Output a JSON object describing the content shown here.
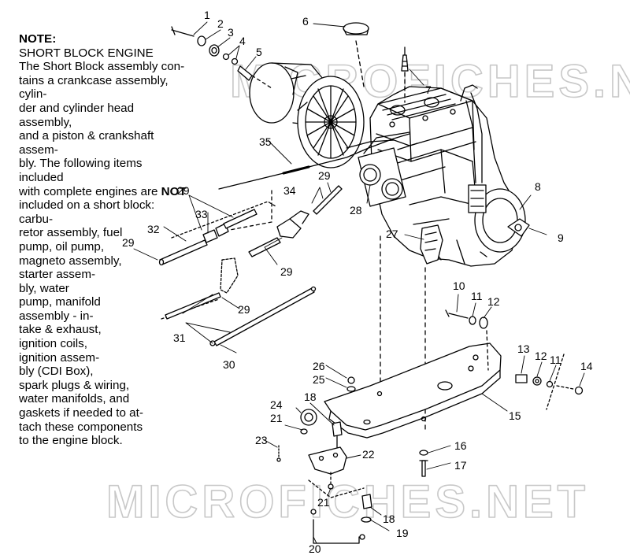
{
  "note": {
    "heading": "NOTE:",
    "lines": [
      "SHORT BLOCK ENGINE",
      "The Short Block assembly con-",
      "tains a crankcase assembly, cylin-",
      "der and cylinder head assembly,",
      "and a piston & crankshaft assem-",
      "bly.  The following items included",
      "with complete engines are "
    ],
    "emphasis": "NOT",
    "after_emphasis": [
      "included on a short block:  carbu-",
      "retor assembly, fuel",
      "pump, oil pump,",
      "magneto assembly,",
      "starter assem-",
      "bly, water",
      "pump, manifold",
      "assembly - in-",
      "take & exhaust,",
      "ignition coils,",
      "ignition assem-",
      "bly (CDI Box),",
      "spark plugs & wiring,",
      "water manifolds, and",
      "gaskets if needed to at-",
      "tach these components",
      "to the engine block."
    ]
  },
  "watermark": {
    "top": "MICROFICHES.NET",
    "bottom": "MICROFICHES.NET"
  },
  "callouts": [
    {
      "id": "c1",
      "text": "1"
    },
    {
      "id": "c2",
      "text": "2"
    },
    {
      "id": "c3",
      "text": "3"
    },
    {
      "id": "c4",
      "text": "4"
    },
    {
      "id": "c5",
      "text": "5"
    },
    {
      "id": "c6",
      "text": "6"
    },
    {
      "id": "c7",
      "text": "7"
    },
    {
      "id": "c8",
      "text": "8"
    },
    {
      "id": "c9",
      "text": "9"
    },
    {
      "id": "c10",
      "text": "10"
    },
    {
      "id": "c11a",
      "text": "11"
    },
    {
      "id": "c12a",
      "text": "12"
    },
    {
      "id": "c13",
      "text": "13"
    },
    {
      "id": "c12b",
      "text": "12"
    },
    {
      "id": "c11b",
      "text": "11"
    },
    {
      "id": "c14",
      "text": "14"
    },
    {
      "id": "c15",
      "text": "15"
    },
    {
      "id": "c16",
      "text": "16"
    },
    {
      "id": "c17",
      "text": "17"
    },
    {
      "id": "c18a",
      "text": "18"
    },
    {
      "id": "c18b",
      "text": "18"
    },
    {
      "id": "c19",
      "text": "19"
    },
    {
      "id": "c20",
      "text": "20"
    },
    {
      "id": "c21a",
      "text": "21"
    },
    {
      "id": "c21b",
      "text": "21"
    },
    {
      "id": "c22",
      "text": "22"
    },
    {
      "id": "c23",
      "text": "23"
    },
    {
      "id": "c24",
      "text": "24"
    },
    {
      "id": "c25",
      "text": "25"
    },
    {
      "id": "c26",
      "text": "26"
    },
    {
      "id": "c27",
      "text": "27"
    },
    {
      "id": "c28",
      "text": "28"
    },
    {
      "id": "c29a",
      "text": "29"
    },
    {
      "id": "c29b",
      "text": "29"
    },
    {
      "id": "c29c",
      "text": "29"
    },
    {
      "id": "c29d",
      "text": "29"
    },
    {
      "id": "c29e",
      "text": "29"
    },
    {
      "id": "c30",
      "text": "30"
    },
    {
      "id": "c31",
      "text": "31"
    },
    {
      "id": "c32",
      "text": "32"
    },
    {
      "id": "c33",
      "text": "33"
    },
    {
      "id": "c34",
      "text": "34"
    },
    {
      "id": "c35",
      "text": "35"
    }
  ]
}
